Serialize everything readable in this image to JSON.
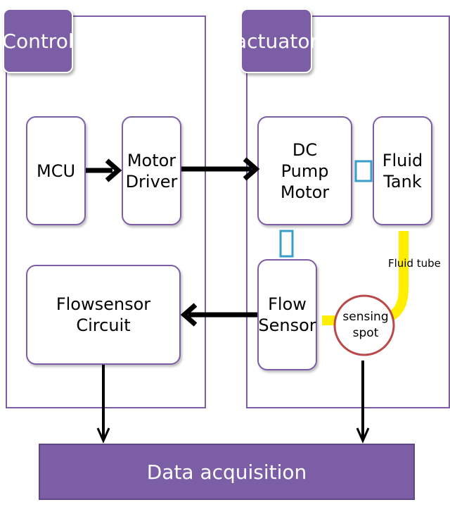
{
  "panels": {
    "control": {
      "label": "Control"
    },
    "actuator": {
      "label": "actuator"
    }
  },
  "blocks": {
    "mcu": "MCU",
    "motor_driver": "Motor\nDriver",
    "dc_pump_motor": "DC\nPump Motor",
    "fluid_tank": "Fluid\nTank",
    "flow_sensor": "Flow\nSensor",
    "flowsensor_circuit": "Flowsensor\nCircuit"
  },
  "sensing_spot": "sensing\nspot",
  "fluid_tube_label": "Fluid tube",
  "data_acquisition": "Data acquisition",
  "colors": {
    "accent": "#7b5ea6",
    "connector": "#3a9cc8",
    "tube": "#ffee00",
    "sensing_ring": "#b84a4a"
  }
}
